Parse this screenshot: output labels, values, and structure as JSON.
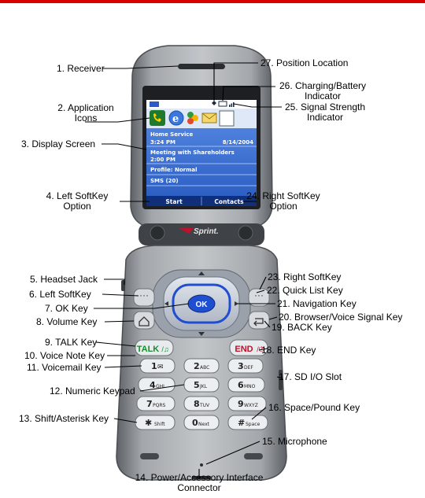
{
  "colors": {
    "accent": "#d90000",
    "phone_body": "#8f9398",
    "phone_dark": "#4d5155",
    "screen_blue": "#3c73d6",
    "nav_blue": "#1f4fd0",
    "talk_green": "#1a8a2e",
    "end_red": "#c0102a"
  },
  "screen": {
    "item1_title": "Home Service",
    "item1_time": "3:24 PM",
    "item1_date": "8/14/2004",
    "item2_title": "Meeting with Shareholders",
    "item2_time": "2:00 PM",
    "item3": "Profile: Normal",
    "item4": "SMS (20)",
    "soft_left": "Start",
    "soft_right": "Contacts"
  },
  "brand": "Sprint.",
  "keys": {
    "talk": "TALK",
    "end": "END",
    "ok": "OK",
    "k1": "1",
    "k1s": "",
    "k2": "2",
    "k2s": "ABC",
    "k3": "3",
    "k3s": "DEF",
    "k4": "4",
    "k4s": "GHI",
    "k5": "5",
    "k5s": "JKL",
    "k6": "6",
    "k6s": "MNO",
    "k7": "7",
    "k7s": "PQRS",
    "k8": "8",
    "k8s": "TUV",
    "k9": "9",
    "k9s": "WXYZ",
    "kstar": "✱",
    "kstars": "Shift",
    "k0": "0",
    "k0s": "Next",
    "kpound": "#",
    "kpounds": "Space"
  },
  "labels": {
    "l1": "1. Receiver",
    "l2": "2. Application\nIcons",
    "l3": "3. Display Screen",
    "l4": "4. Left SoftKey\nOption",
    "l5": "5. Headset Jack",
    "l6": "6. Left SoftKey",
    "l7": "7. OK Key",
    "l8": "8. Volume Key",
    "l9": "9. TALK Key",
    "l10": "10. Voice Note Key",
    "l11": "11. Voicemail Key",
    "l12": "12. Numeric Keypad",
    "l13": "13. Shift/Asterisk Key",
    "l14": "14. Power/Accessory Interface\nConnector",
    "l15": "15. Microphone",
    "l16": "16. Space/Pound Key",
    "l17": "17. SD I/O Slot",
    "l18": "18. END Key",
    "l19": "19. BACK Key",
    "l20": "20. Browser/Voice Signal Key",
    "l21": "21. Navigation Key",
    "l22": "22. Quick List Key",
    "l23": "23. Right SoftKey",
    "l24": "24. Right SoftKey\nOption",
    "l25": "25. Signal Strength\nIndicator",
    "l26": "26. Charging/Battery\nIndicator",
    "l27": "27. Position Location"
  }
}
